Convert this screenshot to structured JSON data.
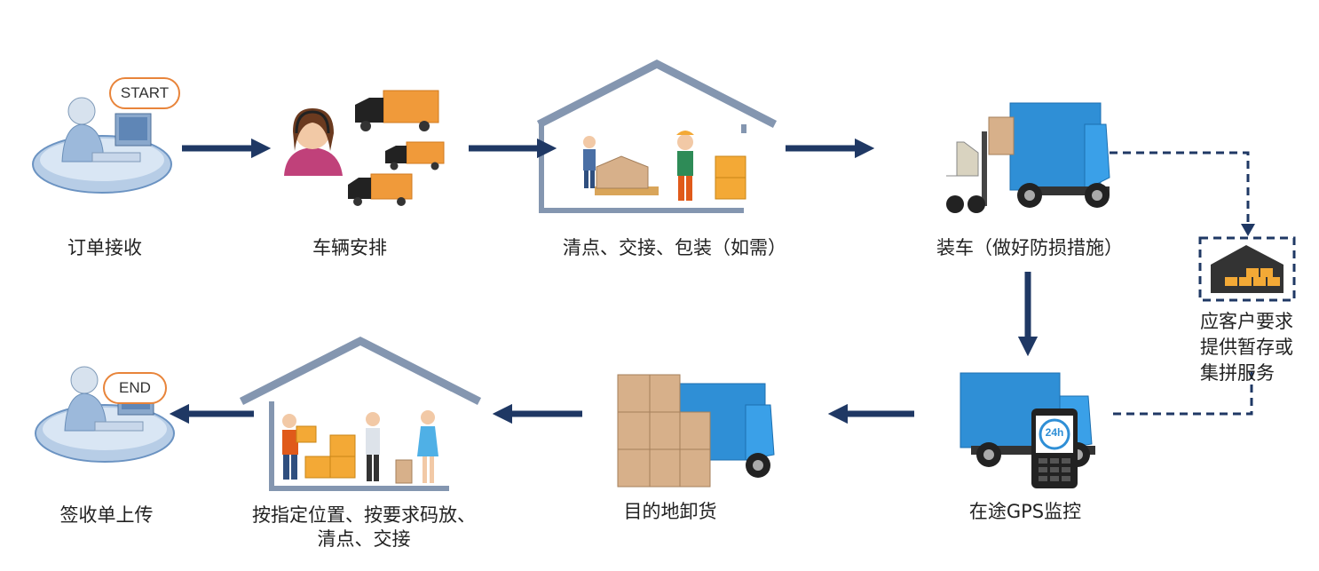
{
  "badges": {
    "start": "START",
    "end": "END"
  },
  "steps": [
    {
      "label": "订单接收"
    },
    {
      "label": "车辆安排"
    },
    {
      "label": "清点、交接、包装（如需）"
    },
    {
      "label": "装车（做好防损措施）"
    },
    {
      "label": "在途GPS监控"
    },
    {
      "label": "目的地卸货"
    },
    {
      "label": "按指定位置、按要求码放、\n清点、交接"
    },
    {
      "label": "签收单上传"
    }
  ],
  "side_note": "应客户要求\n提供暂存或\n集拼服务",
  "phone_badge": "24h",
  "colors": {
    "arrow": "#1f3864",
    "house": "#8496b0",
    "box": "#f3a936",
    "truck_blue": "#2f8fd6",
    "badge_border": "#e8843a"
  }
}
